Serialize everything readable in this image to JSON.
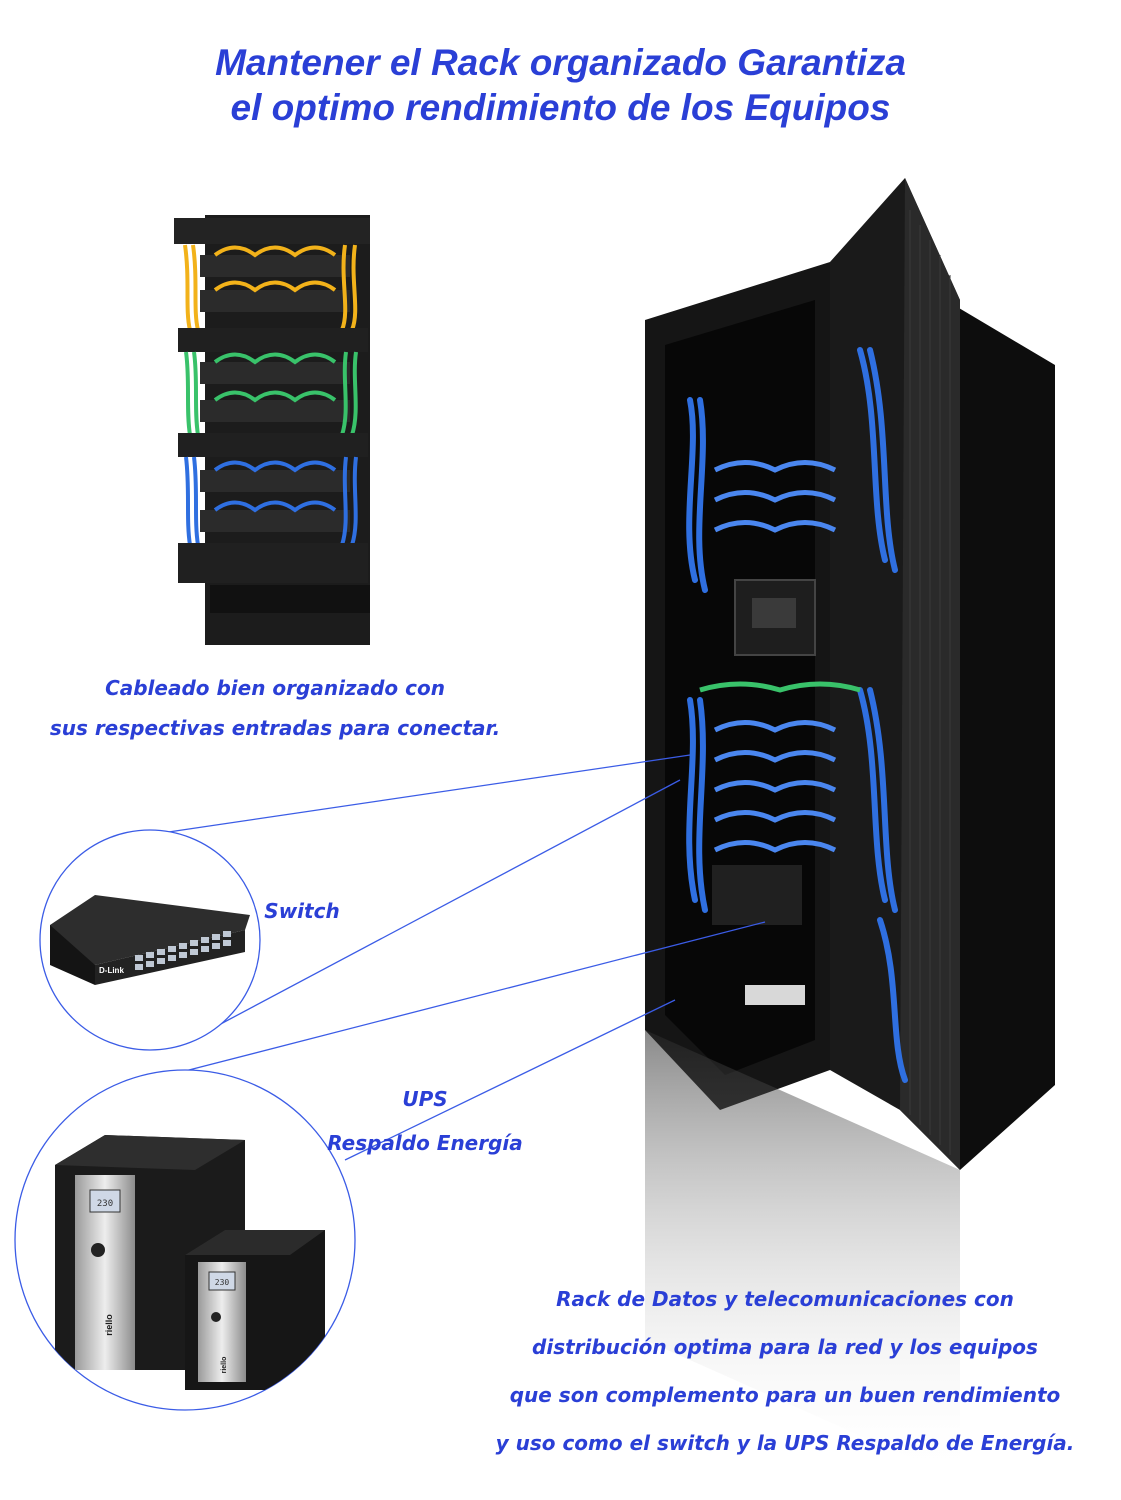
{
  "title": {
    "line1": "Mantener el Rack organizado Garantiza",
    "line2": "el optimo rendimiento de los Equipos"
  },
  "patch_panel_caption": {
    "line1": "Cableado bien organizado con",
    "line2": "sus respectivas entradas para conectar."
  },
  "switch_label": "Switch",
  "switch_brand": "D-Link",
  "ups_caption": {
    "line1": "UPS",
    "line2": "Respaldo Energía"
  },
  "ups_brand": "riello",
  "ups_display": "230",
  "rack_caption": {
    "line1": "Rack de Datos y telecomunicaciones con",
    "line2": "distribución optima para la red y los equipos",
    "line3": "que son complemento para un buen rendimiento",
    "line4": "y uso como el switch y la UPS Respaldo de Energía."
  },
  "colors": {
    "accent_blue": "#2a3fd6",
    "line_blue": "#3b5ce6",
    "cable_yellow": "#f2b21a",
    "cable_green": "#39c26a",
    "cable_blue": "#2f6fe0",
    "rack_black": "#151515"
  }
}
